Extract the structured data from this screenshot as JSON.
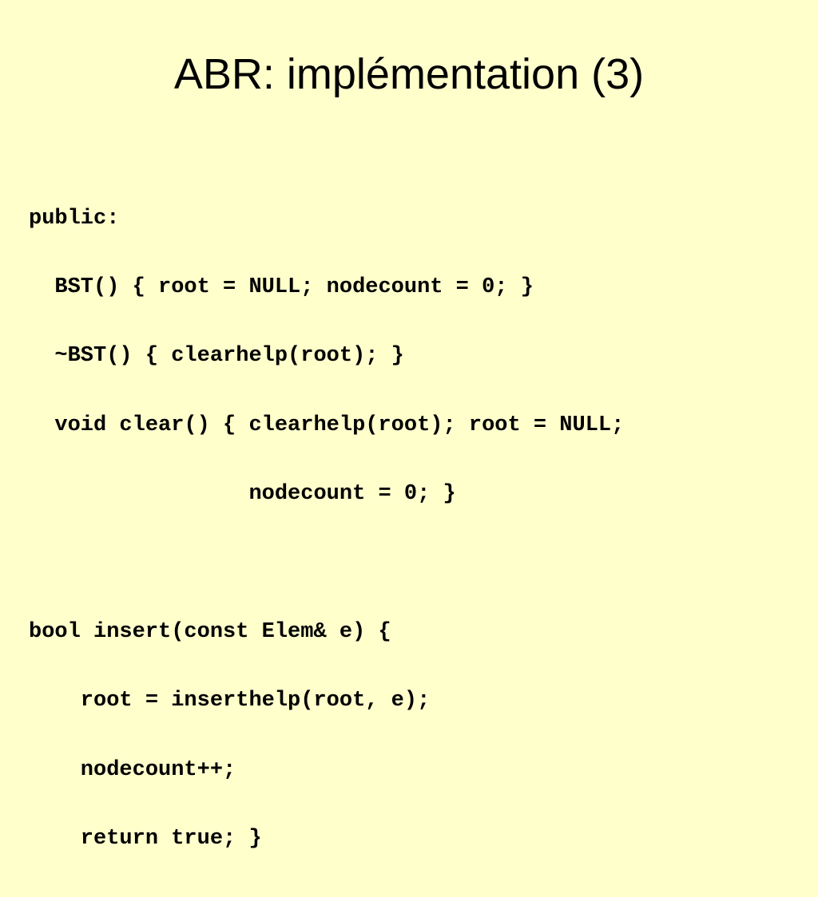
{
  "slide": {
    "title": "ABR: implémentation (3)",
    "code_lines": [
      "public:",
      "  BST() { root = NULL; nodecount = 0; }",
      "  ~BST() { clearhelp(root); }",
      "  void clear() { clearhelp(root); root = NULL;",
      "                 nodecount = 0; }",
      "",
      "bool insert(const Elem& e) {",
      "    root = inserthelp(root, e);",
      "    nodecount++;",
      "    return true; }"
    ],
    "colors": {
      "background": "#FFFFCC",
      "text": "#000000"
    }
  }
}
